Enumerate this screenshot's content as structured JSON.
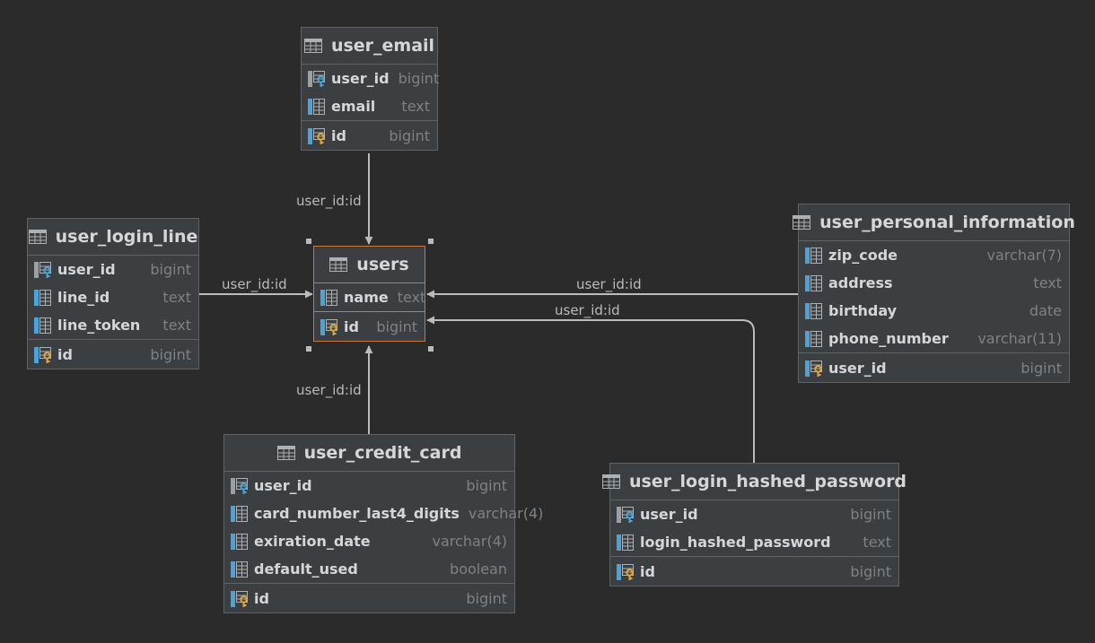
{
  "tables": {
    "user_email": {
      "name": "user_email",
      "columns": [
        {
          "name": "user_id",
          "type": "bigint",
          "icon": "foreign-key-icon"
        },
        {
          "name": "email",
          "type": "text",
          "icon": "column-icon"
        }
      ],
      "pk": {
        "name": "id",
        "type": "bigint",
        "icon": "primary-key-icon"
      }
    },
    "user_login_line": {
      "name": "user_login_line",
      "columns": [
        {
          "name": "user_id",
          "type": "bigint",
          "icon": "foreign-key-icon"
        },
        {
          "name": "line_id",
          "type": "text",
          "icon": "column-icon"
        },
        {
          "name": "line_token",
          "type": "text",
          "icon": "column-icon"
        }
      ],
      "pk": {
        "name": "id",
        "type": "bigint",
        "icon": "primary-key-icon"
      }
    },
    "users": {
      "name": "users",
      "columns": [
        {
          "name": "name",
          "type": "text",
          "icon": "column-icon"
        }
      ],
      "pk": {
        "name": "id",
        "type": "bigint",
        "icon": "primary-key-icon"
      }
    },
    "user_personal_information": {
      "name": "user_personal_information",
      "columns": [
        {
          "name": "zip_code",
          "type": "varchar(7)",
          "icon": "column-icon"
        },
        {
          "name": "address",
          "type": "text",
          "icon": "column-icon"
        },
        {
          "name": "birthday",
          "type": "date",
          "icon": "column-icon"
        },
        {
          "name": "phone_number",
          "type": "varchar(11)",
          "icon": "column-icon"
        }
      ],
      "pk": {
        "name": "user_id",
        "type": "bigint",
        "icon": "primary-key-icon"
      }
    },
    "user_credit_card": {
      "name": "user_credit_card",
      "columns": [
        {
          "name": "user_id",
          "type": "bigint",
          "icon": "foreign-key-icon"
        },
        {
          "name": "card_number_last4_digits",
          "type": "varchar(4)",
          "icon": "column-icon"
        },
        {
          "name": "exiration_date",
          "type": "varchar(4)",
          "icon": "column-icon"
        },
        {
          "name": "default_used",
          "type": "boolean",
          "icon": "column-icon"
        }
      ],
      "pk": {
        "name": "id",
        "type": "bigint",
        "icon": "primary-key-icon"
      }
    },
    "user_login_hashed_password": {
      "name": "user_login_hashed_password",
      "columns": [
        {
          "name": "user_id",
          "type": "bigint",
          "icon": "foreign-key-icon"
        },
        {
          "name": "login_hashed_password",
          "type": "text",
          "icon": "column-icon"
        }
      ],
      "pk": {
        "name": "id",
        "type": "bigint",
        "icon": "primary-key-icon"
      }
    }
  },
  "relations": [
    {
      "from": "user_email",
      "to": "users",
      "label": "user_id:id"
    },
    {
      "from": "user_login_line",
      "to": "users",
      "label": "user_id:id"
    },
    {
      "from": "user_personal_information",
      "to": "users",
      "label": "user_id:id"
    },
    {
      "from": "user_login_hashed_password",
      "to": "users",
      "label": "user_id:id"
    },
    {
      "from": "user_credit_card",
      "to": "users",
      "label": "user_id:id"
    }
  ],
  "selected_table": "users",
  "colors": {
    "background": "#2b2b2b",
    "table_fill": "#3c3f41",
    "table_border": "#606366",
    "selection_border": "#c8773d",
    "edge": "#bbbbbb",
    "column_name": "#d4d6d8",
    "column_type": "#7e8285",
    "fk_key": "#4ba3d9",
    "pk_key": "#e0a53a"
  }
}
